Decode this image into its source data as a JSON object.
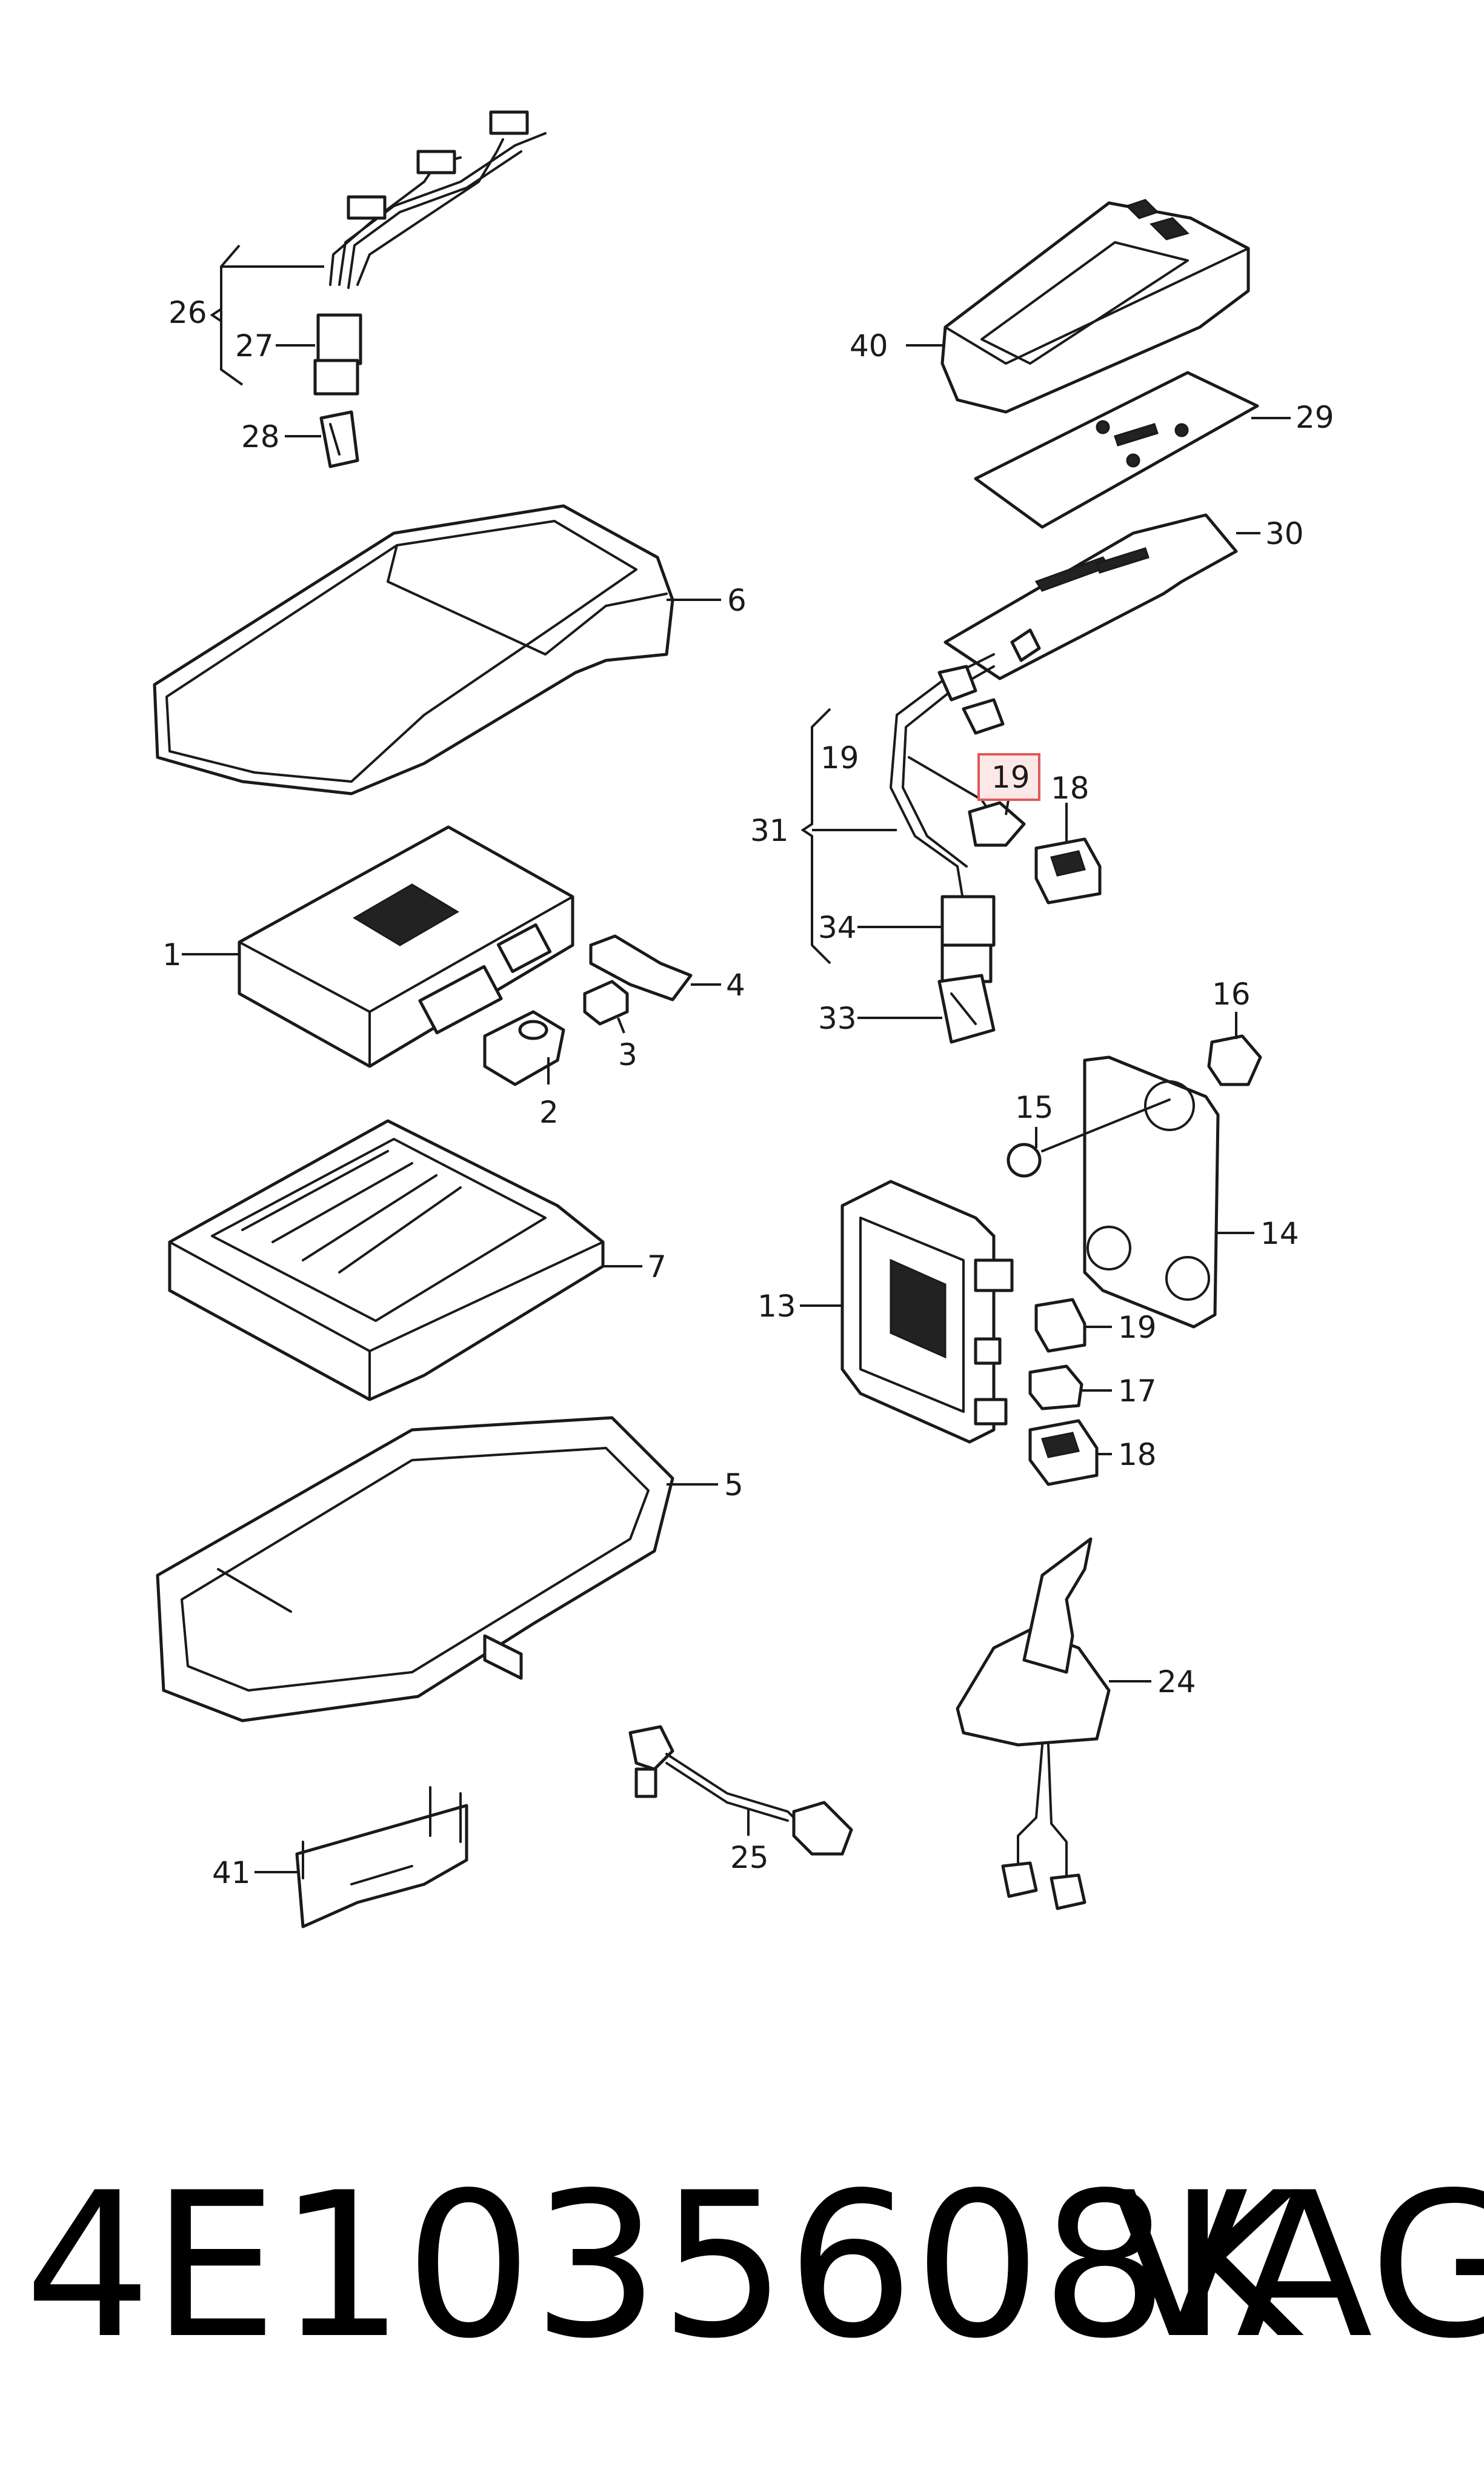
{
  "callouts": {
    "c1": "1",
    "c2": "2",
    "c3": "3",
    "c4": "4",
    "c5": "5",
    "c6": "6",
    "c7": "7",
    "c13": "13",
    "c14": "14",
    "c15": "15",
    "c16": "16",
    "c17": "17",
    "c18a": "18",
    "c18b": "18",
    "c19a": "19",
    "c19b": "19",
    "c19c": "19",
    "c24": "24",
    "c25": "25",
    "c26": "26",
    "c27": "27",
    "c28": "28",
    "c29": "29",
    "c30": "30",
    "c31": "31",
    "c33": "33",
    "c34": "34",
    "c40": "40",
    "c41": "41"
  },
  "highlight": {
    "label": "19",
    "color": "#e05a5a"
  },
  "footer": {
    "part_number": "4E1035608K",
    "brand": "VAG"
  }
}
